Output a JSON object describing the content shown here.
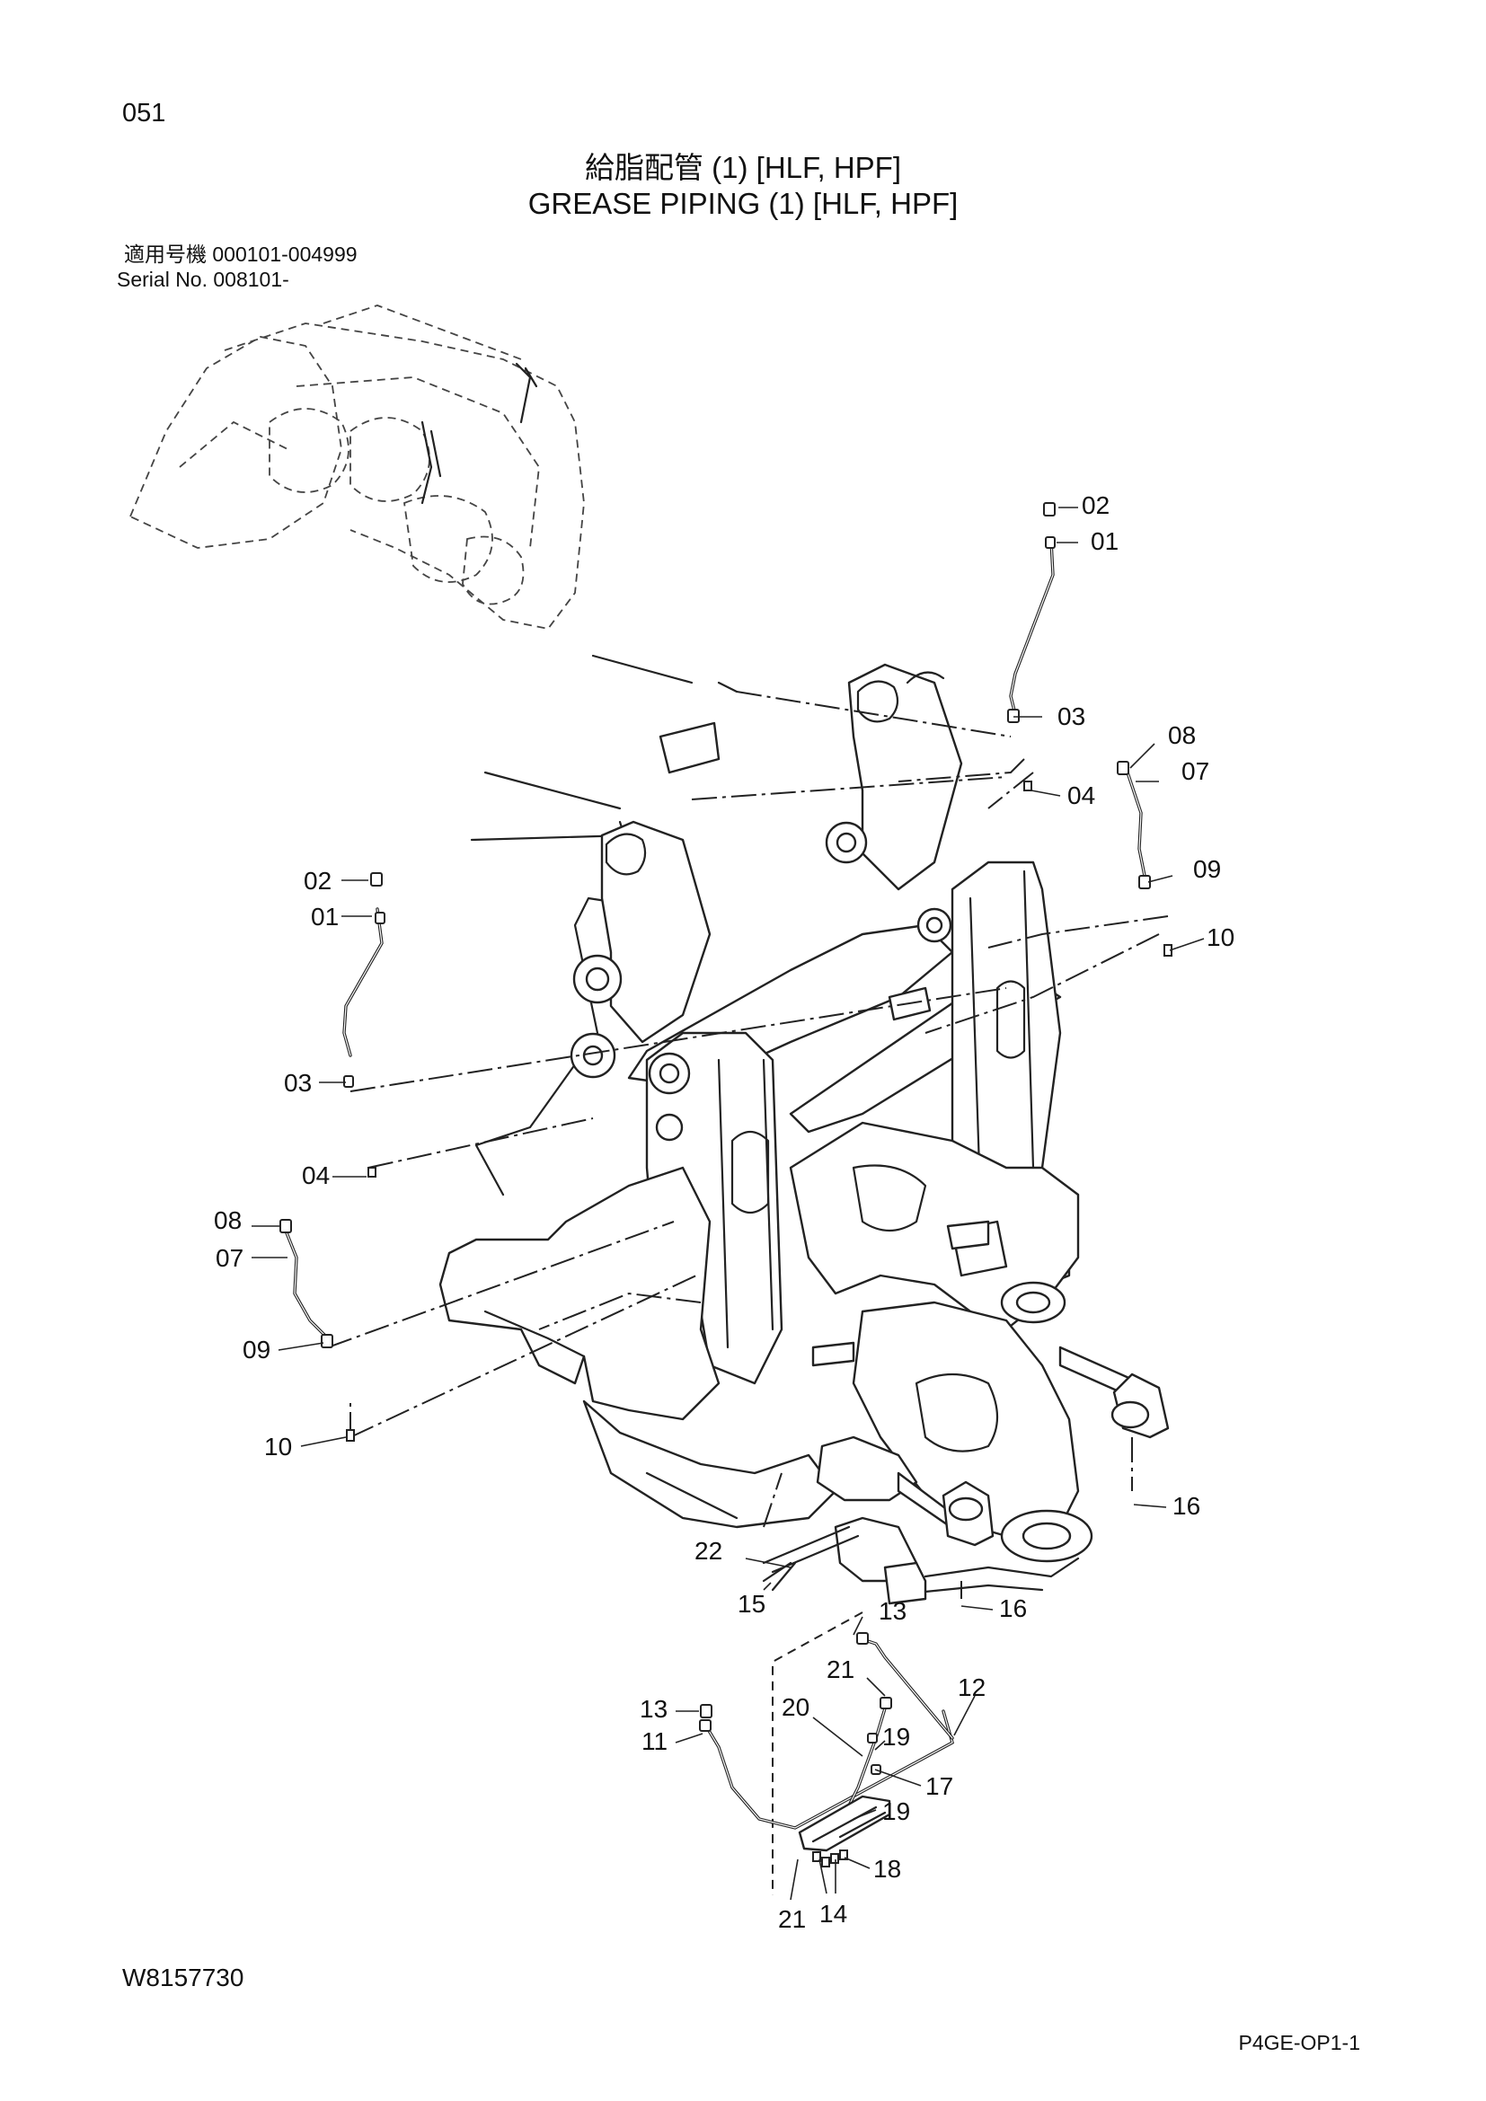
{
  "page": {
    "number": "051",
    "title_jp": "給脂配管 (1) [HLF, HPF]",
    "title_en": "GREASE PIPING (1) [HLF, HPF]",
    "serial_jp": "適用号機 000101-004999",
    "serial_en": "Serial  No.  008101-",
    "document_no": "W8157730",
    "page_code": "P4GE-OP1-1"
  },
  "callouts": {
    "c02a": "02",
    "c01a": "01",
    "c03a": "03",
    "c04a": "04",
    "c08a": "08",
    "c07a": "07",
    "c09a": "09",
    "c10a": "10",
    "c02b": "02",
    "c01b": "01",
    "c03b": "03",
    "c04b": "04",
    "c08b": "08",
    "c07b": "07",
    "c09b": "09",
    "c10b": "10",
    "c16a": "16",
    "c22": "22",
    "c15": "15",
    "c13a": "13",
    "c16b": "16",
    "c21a": "21",
    "c12": "12",
    "c13b": "13",
    "c20": "20",
    "c11": "11",
    "c19a": "19",
    "c17": "17",
    "c19b": "19",
    "c18": "18",
    "c21b": "21",
    "c14": "14"
  }
}
